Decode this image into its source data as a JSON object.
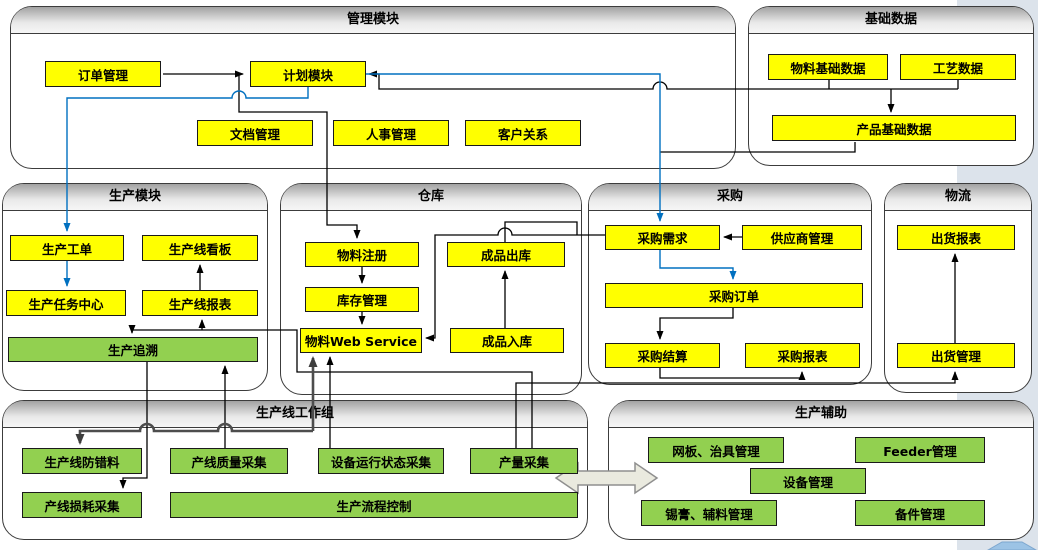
{
  "containers": {
    "management": "管理模块",
    "base_data": "基础数据",
    "production": "生产模块",
    "warehouse": "仓库",
    "purchase": "采购",
    "logistics": "物流",
    "line_group": "生产线工作组",
    "aux": "生产辅助"
  },
  "boxes": {
    "order_mgmt": "订单管理",
    "plan": "计划模块",
    "doc_mgmt": "文档管理",
    "hr_mgmt": "人事管理",
    "crm": "客户关系",
    "material_base": "物料基础数据",
    "process_data": "工艺数据",
    "product_base": "产品基础数据",
    "work_order": "生产工单",
    "line_kanban": "生产线看板",
    "task_center": "生产任务中心",
    "line_report": "生产线报表",
    "trace": "生产追溯",
    "material_reg": "物料注册",
    "fg_out": "成品出库",
    "inventory": "库存管理",
    "material_ws": "物料Web Service",
    "fg_in": "成品入库",
    "demand": "采购需求",
    "supplier": "供应商管理",
    "po": "采购订单",
    "settle": "采购结算",
    "po_report": "采购报表",
    "ship_report": "出货报表",
    "ship_mgmt": "出货管理",
    "error_proof": "生产线防错料",
    "quality": "产线质量采集",
    "equip_status": "设备运行状态采集",
    "output": "产量采集",
    "loss": "产线损耗采集",
    "flow_ctrl": "生产流程控制",
    "stencil": "网板、治具管理",
    "feeder": "Feeder管理",
    "equipment": "设备管理",
    "solder": "锡膏、辅料管理",
    "spare": "备件管理"
  },
  "colors": {
    "node_yellow": "#FFFF00",
    "node_green": "#92D050",
    "flow_blue": "#0070C0",
    "line_black": "#000000",
    "thick_gray": "#4d4d4d",
    "side_band": "#DCE3EB",
    "big_arrow_fill": "#EAEADF"
  }
}
